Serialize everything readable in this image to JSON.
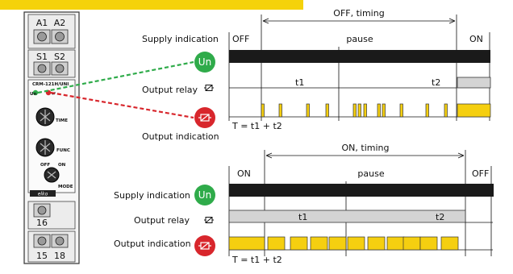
{
  "colors": {
    "banner": "#f5d20a",
    "pulse": "#f5cf10",
    "dark_bar": "#1a1a1a",
    "relay_bar": "#d4d4d4",
    "green": "#2fab4a",
    "red": "#d8262c"
  },
  "device": {
    "terminals_top": [
      "A1",
      "A2"
    ],
    "terminals_mid": [
      "S1",
      "S2"
    ],
    "model": "CRM-121H/UNI",
    "indicators": [
      "Un",
      "⮐"
    ],
    "knob_labels": [
      "TIME",
      "FUNC",
      "MODE",
      "OFF",
      "ON"
    ],
    "terminal_single": "16",
    "terminals_bottom": [
      "15",
      "18"
    ],
    "brand": "elko"
  },
  "badges": {
    "un": "Un",
    "relay_icon": "relay-coil-icon"
  },
  "diagram_top": {
    "header": "OFF, timing",
    "state_left": "OFF",
    "state_right": "ON",
    "pause": "pause",
    "t1": "t1",
    "t2": "t2",
    "row_supply": "Supply indication",
    "row_relay": "Output relay",
    "row_output": "Output indication",
    "formula": "T = t1 + t2"
  },
  "diagram_bottom": {
    "header": "ON, timing",
    "state_left": "ON",
    "state_right": "OFF",
    "pause": "pause",
    "t1": "t1",
    "t2": "t2",
    "row_supply": "Supply indication",
    "row_relay": "Output relay",
    "row_output": "Output indication",
    "formula": "T = t1 + t2"
  }
}
